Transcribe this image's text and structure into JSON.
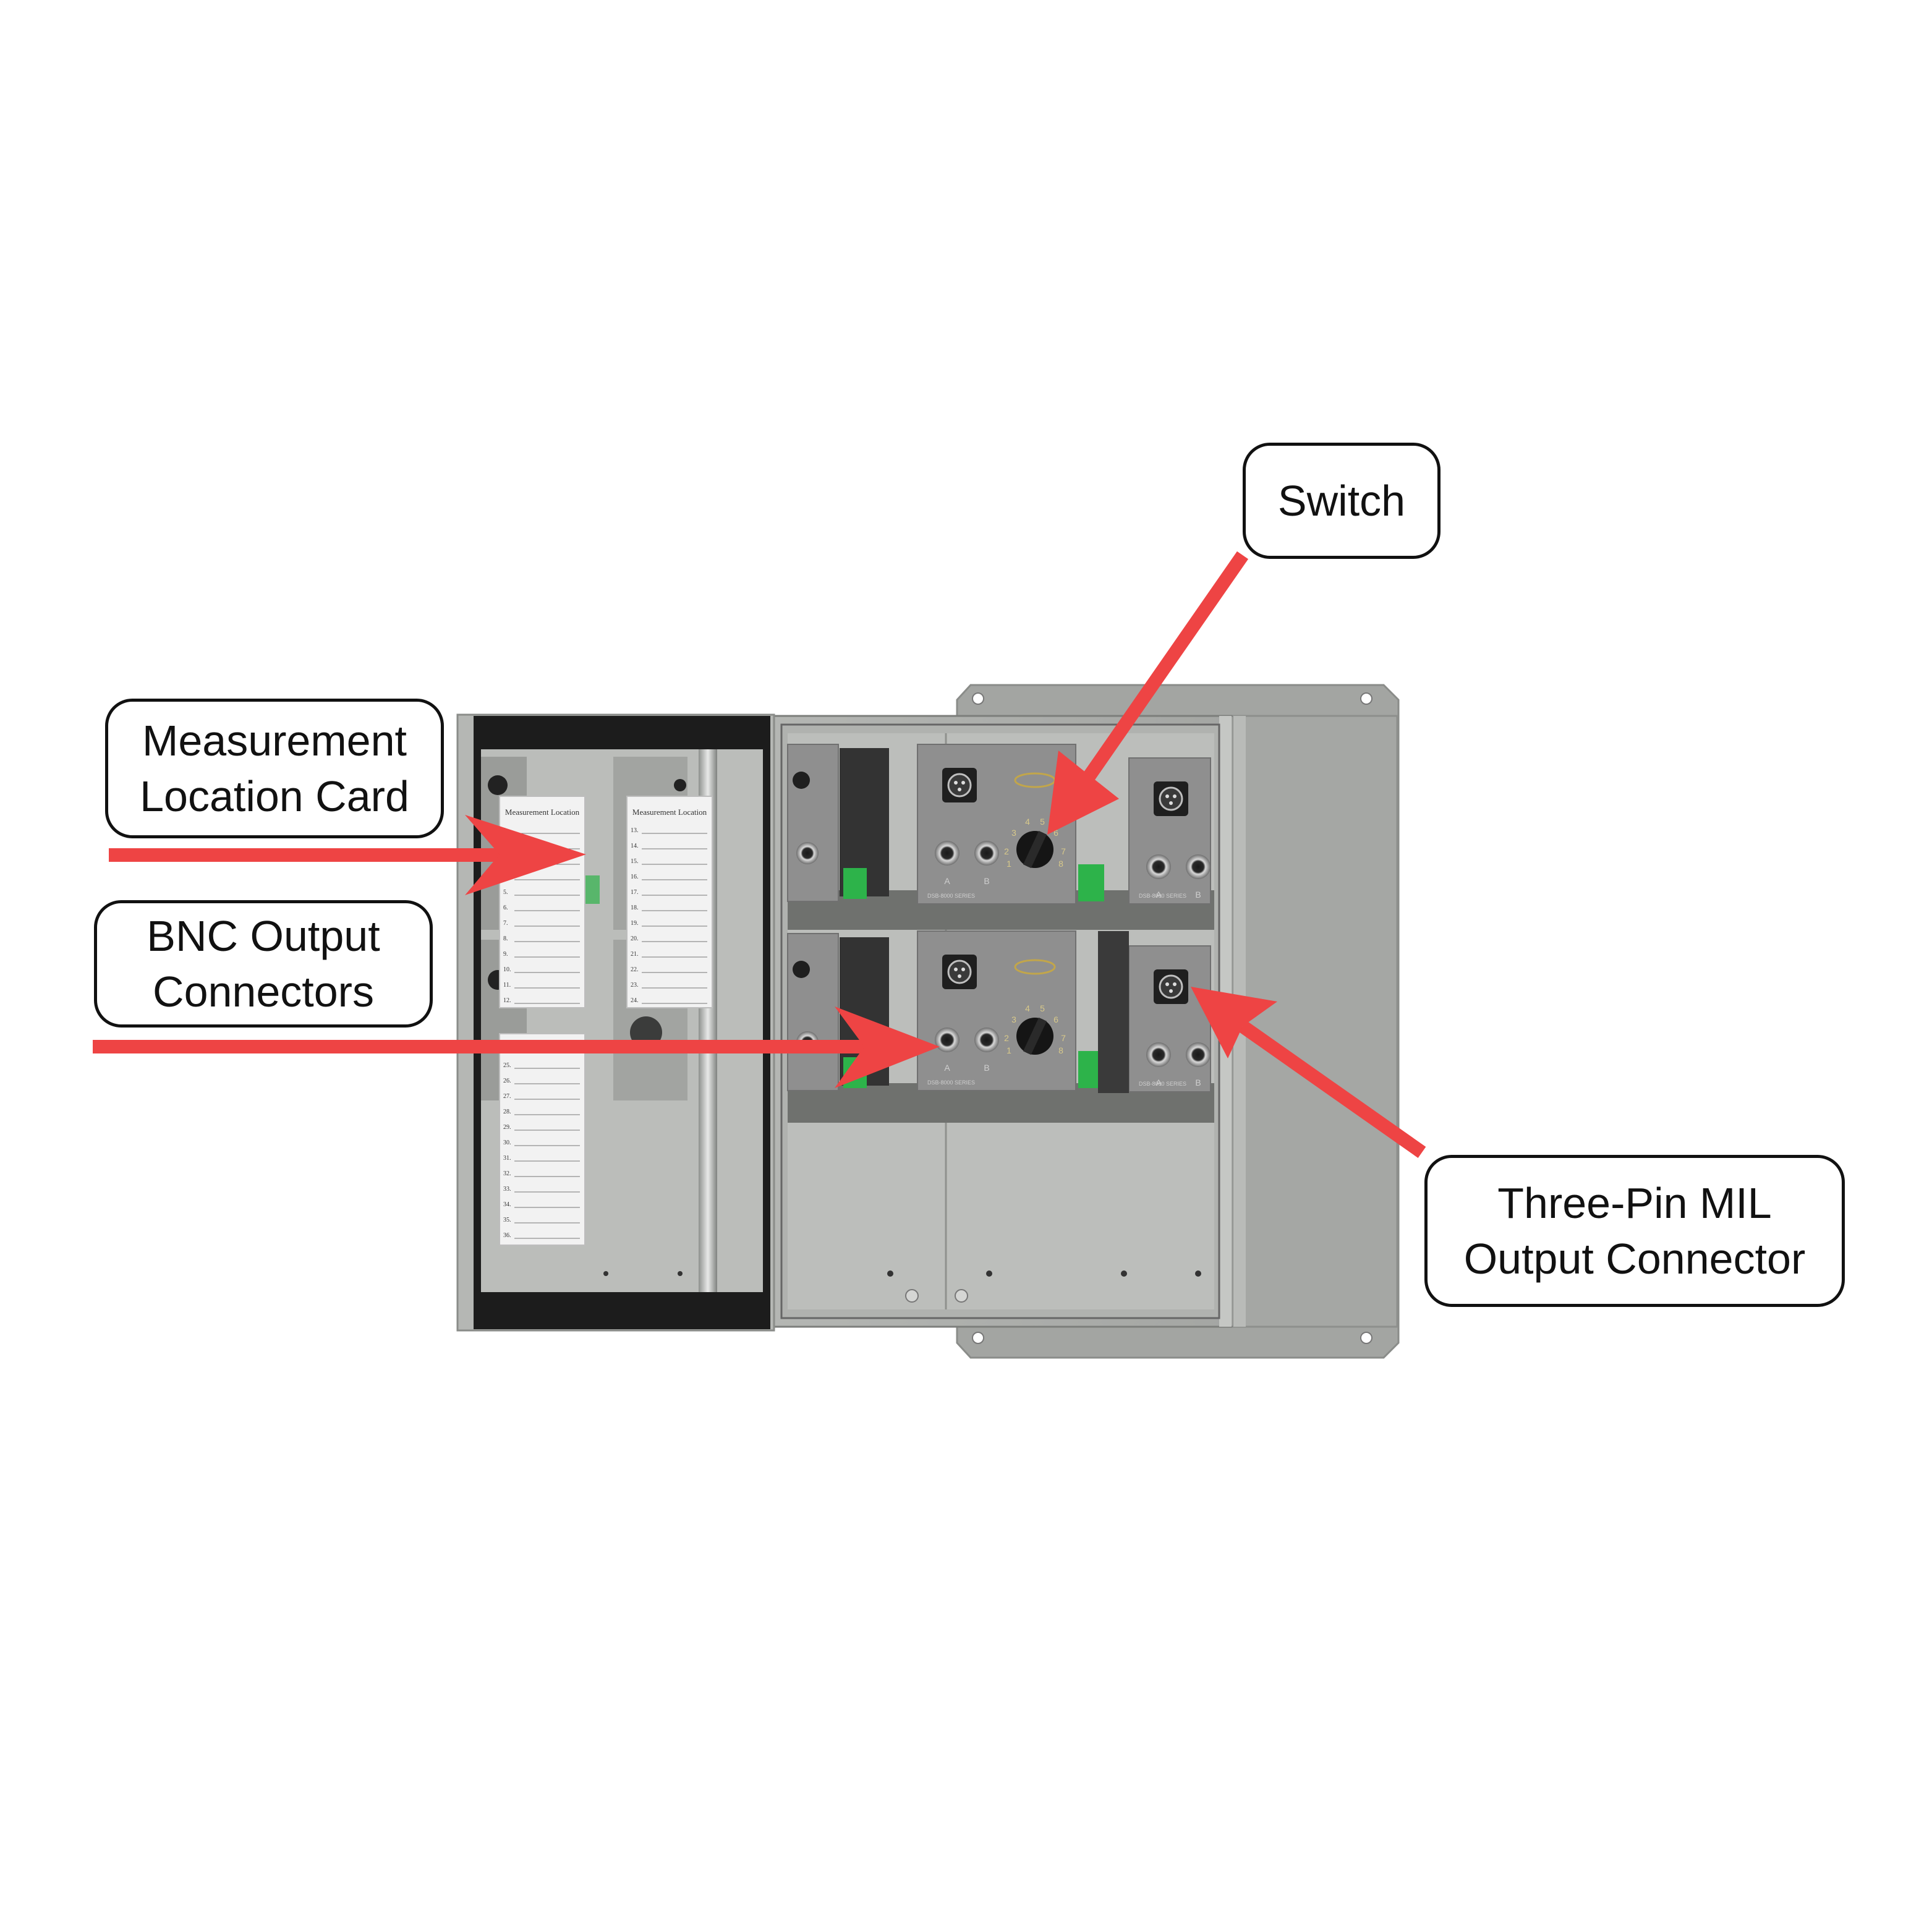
{
  "callouts": {
    "switch": {
      "lines": [
        "Switch"
      ]
    },
    "card": {
      "lines": [
        "Measurement",
        "Location Card"
      ]
    },
    "bnc": {
      "lines": [
        "BNC Output",
        "Connectors"
      ]
    },
    "mil": {
      "lines": [
        "Three-Pin MIL",
        "Output Connector"
      ]
    }
  },
  "cards": {
    "title": "Measurement Location",
    "col1": [
      "1.",
      "2.",
      "3.",
      "4.",
      "5.",
      "6.",
      "7.",
      "8.",
      "9.",
      "10.",
      "11.",
      "12."
    ],
    "col2": [
      "13.",
      "14.",
      "15.",
      "16.",
      "17.",
      "18.",
      "19.",
      "20.",
      "21.",
      "22.",
      "23.",
      "24."
    ],
    "col3": [
      "25.",
      "26.",
      "27.",
      "28.",
      "29.",
      "30.",
      "31.",
      "32.",
      "33.",
      "34.",
      "35.",
      "36."
    ]
  },
  "modules": {
    "port_a": "A",
    "port_b": "B",
    "series": "DSB-8000 SERIES",
    "switch_numbers": [
      "1",
      "2",
      "3",
      "4",
      "5",
      "6",
      "7",
      "8"
    ]
  },
  "colors": {
    "arrow": "#ee4444",
    "panel": "#a9aba8",
    "frame": "#1c1c1c",
    "module": "#8f8f8f",
    "terminal": "#2db34a"
  }
}
